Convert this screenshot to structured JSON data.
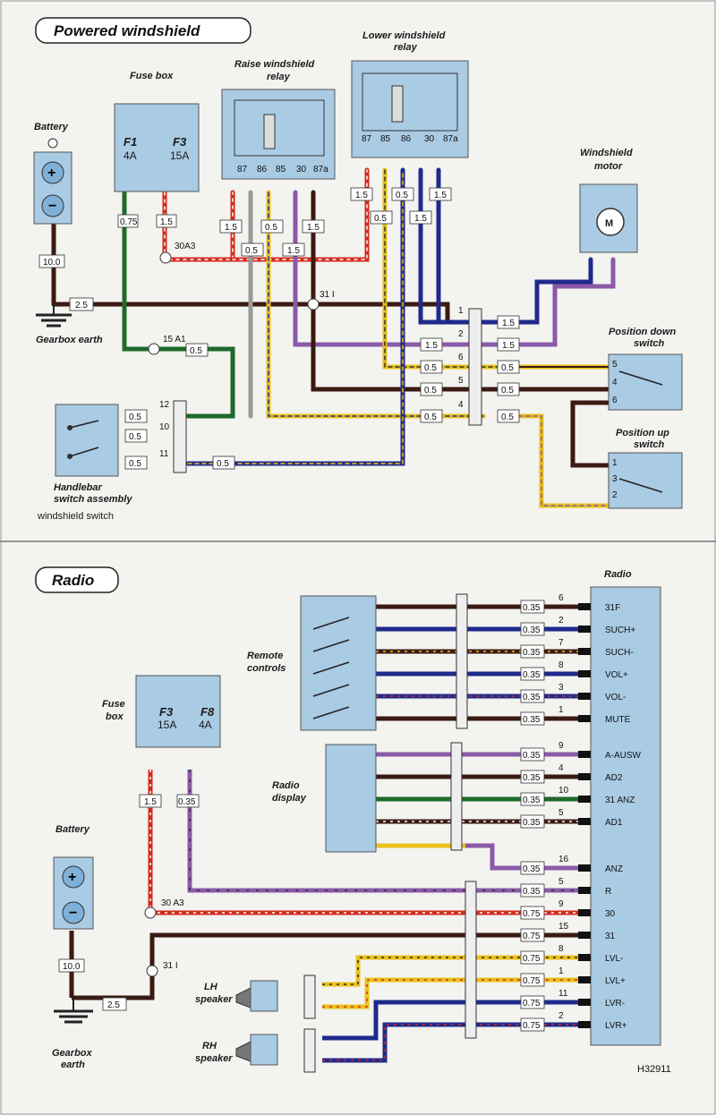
{
  "powered_windshield": {
    "title": "Powered windshield",
    "battery": "Battery",
    "battery_fuse": "10.0",
    "gearbox_earth": "Gearbox earth",
    "fuse_box": "Fuse box",
    "f1_name": "F1",
    "f1_rating": "4A",
    "f3_name": "F3",
    "f3_rating": "15A",
    "raise_relay": "Raise windshield relay",
    "lower_relay": "Lower windshield relay",
    "relay_pins": [
      "87",
      "86",
      "85",
      "30",
      "87a"
    ],
    "windshield_motor": "Windshield motor",
    "motor_symbol": "M",
    "position_down": "Position down switch",
    "position_up": "Position up switch",
    "handlebar": "Handlebar switch assembly",
    "handlebar_sub": "windshield switch",
    "node_30a3": "30A3",
    "node_31i": "31 I",
    "node_15a1": "15 A1",
    "earth_size": "2.5"
  },
  "radio_section": {
    "title": "Radio",
    "radio": "Radio",
    "remote_controls": "Remote controls",
    "radio_display": "Radio display",
    "fuse_box": "Fuse box",
    "f3_name": "F3",
    "f3_rating": "15A",
    "f8_name": "F8",
    "f8_rating": "4A",
    "battery": "Battery",
    "battery_fuse": "10.0",
    "gearbox_earth": "Gearbox earth",
    "lh_speaker": "LH speaker",
    "rh_speaker": "RH speaker",
    "node_30a3": "30 A3",
    "node_31i": "31 I",
    "earth_size": "2.5",
    "radio_pins": [
      "31F",
      "SUCH+",
      "SUCH-",
      "VOL+",
      "VOL-",
      "MUTE",
      "A-AUSW",
      "AD2",
      "31 ANZ",
      "AD1",
      "ANZ",
      "R",
      "30",
      "31",
      "LVL-",
      "LVL+",
      "LVR-",
      "LVR+"
    ],
    "radio_pin_numbers": [
      "6",
      "2",
      "7",
      "8",
      "3",
      "1",
      "9",
      "4",
      "10",
      "5",
      "16",
      "5",
      "9",
      "15",
      "8",
      "1",
      "11",
      "2"
    ]
  },
  "reference": "H32911",
  "colors": {
    "component": "#a9cbe4",
    "wire_red": "#d42a1e",
    "wire_blue": "#1f2a8c",
    "wire_purple": "#8a5aa8",
    "wire_brown": "#3a1a12",
    "wire_green": "#1f6a2a",
    "wire_yellow": "#e8c21a"
  }
}
